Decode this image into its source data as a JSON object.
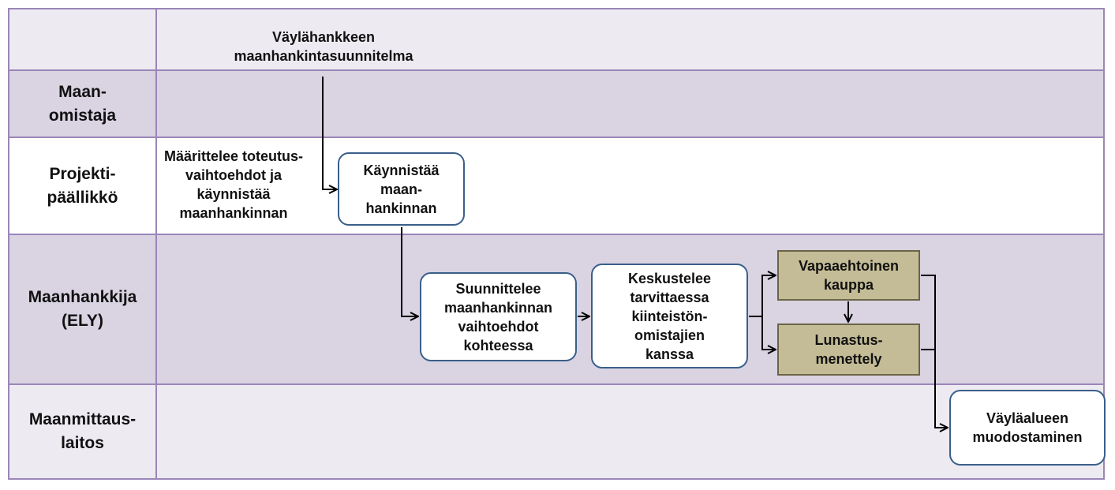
{
  "lanes": [
    {
      "label": ""
    },
    {
      "label": "Maan-\nomistaja"
    },
    {
      "label": "Projekti-\npäällikkö"
    },
    {
      "label": "Maanhankkija\n(ELY)"
    },
    {
      "label": "Maanmittaus-\nlaitos"
    }
  ],
  "notes": {
    "top": "Väylähankkeen\nmaanhankintasuunnitelma",
    "pm": "Määrittelee toteutus-\nvaihtoehdot  ja\nkäynnistää\nmaanhankinnan"
  },
  "boxes": {
    "kaynnistaa": "Käynnistää\nmaan-\nhankinnan",
    "suunnittelee": "Suunnittelee\nmaanhankinnan\nvaihtoehdot\nkohteessa",
    "keskustelee": "Keskustelee\ntarvittaessa\nkiinteistön-\nomistajien\nkanssa",
    "vapaaehtoinen": "Vapaaehtoinen\nkauppa",
    "lunastus": "Lunastus-\nmenettely",
    "vaylaalue": "Väyläalueen\nmuodostaminen"
  },
  "colors": {
    "lane_border": "#9a86b8",
    "lane_light": "#eeeaf2",
    "lane_dark": "#d9d3e2",
    "box_border": "#3a5f8a",
    "tan_fill": "#c4bc96"
  }
}
